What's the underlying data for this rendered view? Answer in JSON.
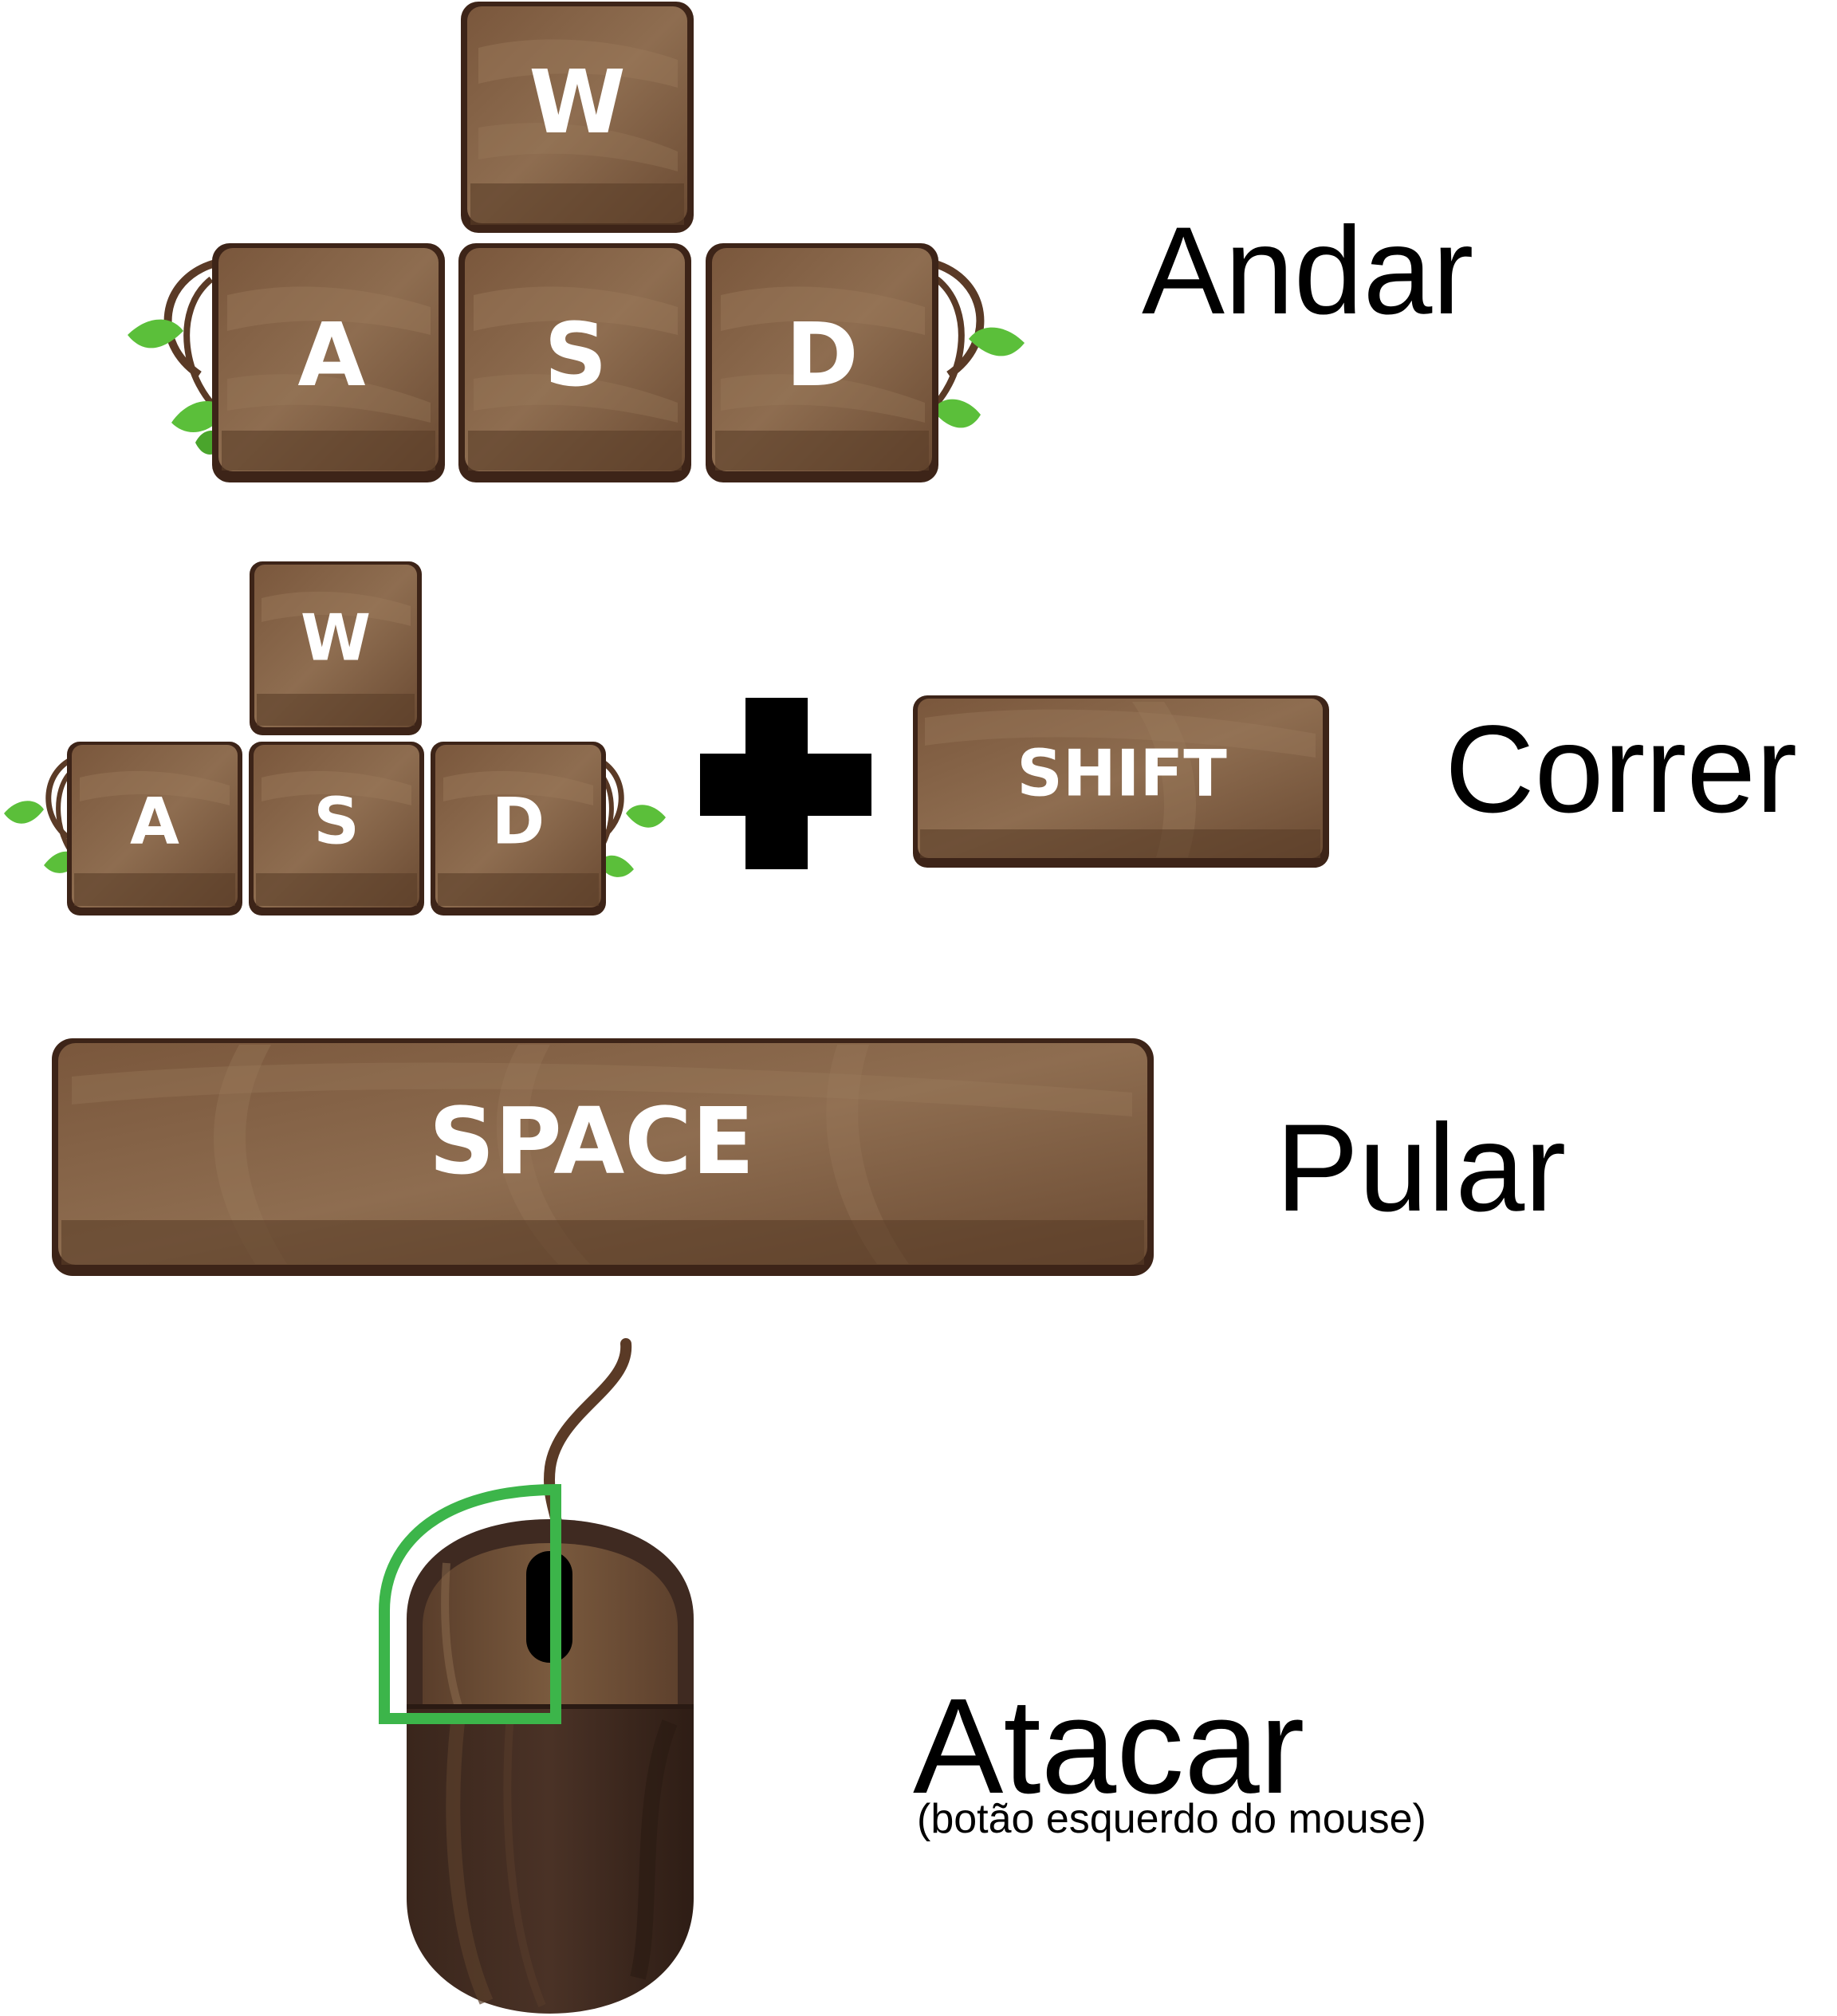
{
  "colors": {
    "background": "#ffffff",
    "wood_dark": "#3d2418",
    "wood_main": "#6b4b33",
    "wood_light": "#8e6d50",
    "key_text": "#ffffff",
    "leaf": "#5bbf3a",
    "vine": "#5a3a26",
    "highlight": "#3cb54a",
    "mouse_dark": "#3f2a21",
    "mouse_top": "#6a4a33"
  },
  "controls": {
    "walk": {
      "keys": [
        "W",
        "A",
        "S",
        "D"
      ],
      "label": "Andar"
    },
    "run": {
      "keys": [
        "W",
        "A",
        "S",
        "D"
      ],
      "plus": "+",
      "modifier_key": "SHIFT",
      "label": "Correr"
    },
    "jump": {
      "key": "SPACE",
      "label": "Pular"
    },
    "attack": {
      "device": "mouse-icon",
      "highlighted_part": "left-mouse-button",
      "label": "Atacar",
      "sublabel": "(botão esquerdo do mouse)"
    }
  }
}
